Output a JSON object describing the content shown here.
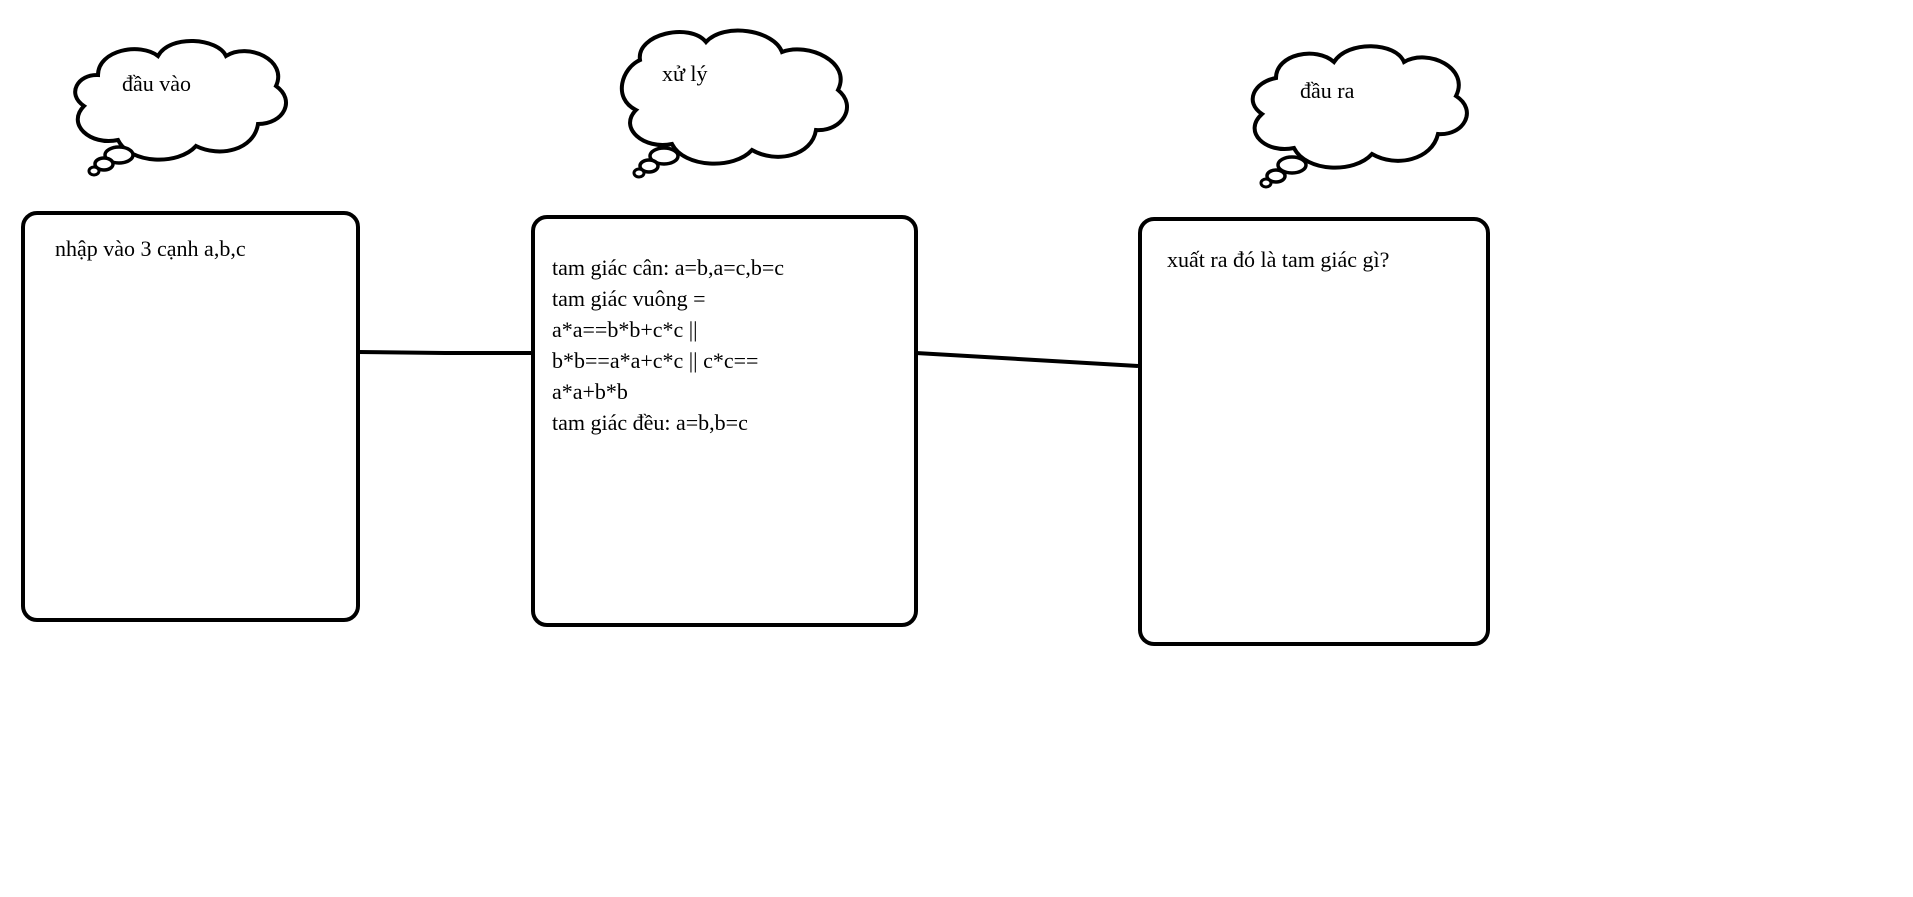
{
  "clouds": [
    {
      "id": "input",
      "text": "đầu vào"
    },
    {
      "id": "process",
      "text": "xử lý"
    },
    {
      "id": "output",
      "text": "đầu ra"
    }
  ],
  "boxes": [
    {
      "id": "input",
      "lines": [
        "nhập vào 3 cạnh a,b,c"
      ]
    },
    {
      "id": "process",
      "lines": [
        "tam giác cân: a=b,a=c,b=c",
        "tam giác vuông =",
        "a*a==b*b+c*c ||",
        "b*b==a*a+c*c || c*c==",
        "a*a+b*b",
        "tam giác đều: a=b,b=c"
      ]
    },
    {
      "id": "output",
      "lines": [
        "xuất ra đó là tam giác gì?"
      ]
    }
  ],
  "style": {
    "stroke": "#000000",
    "background": "#ffffff"
  }
}
